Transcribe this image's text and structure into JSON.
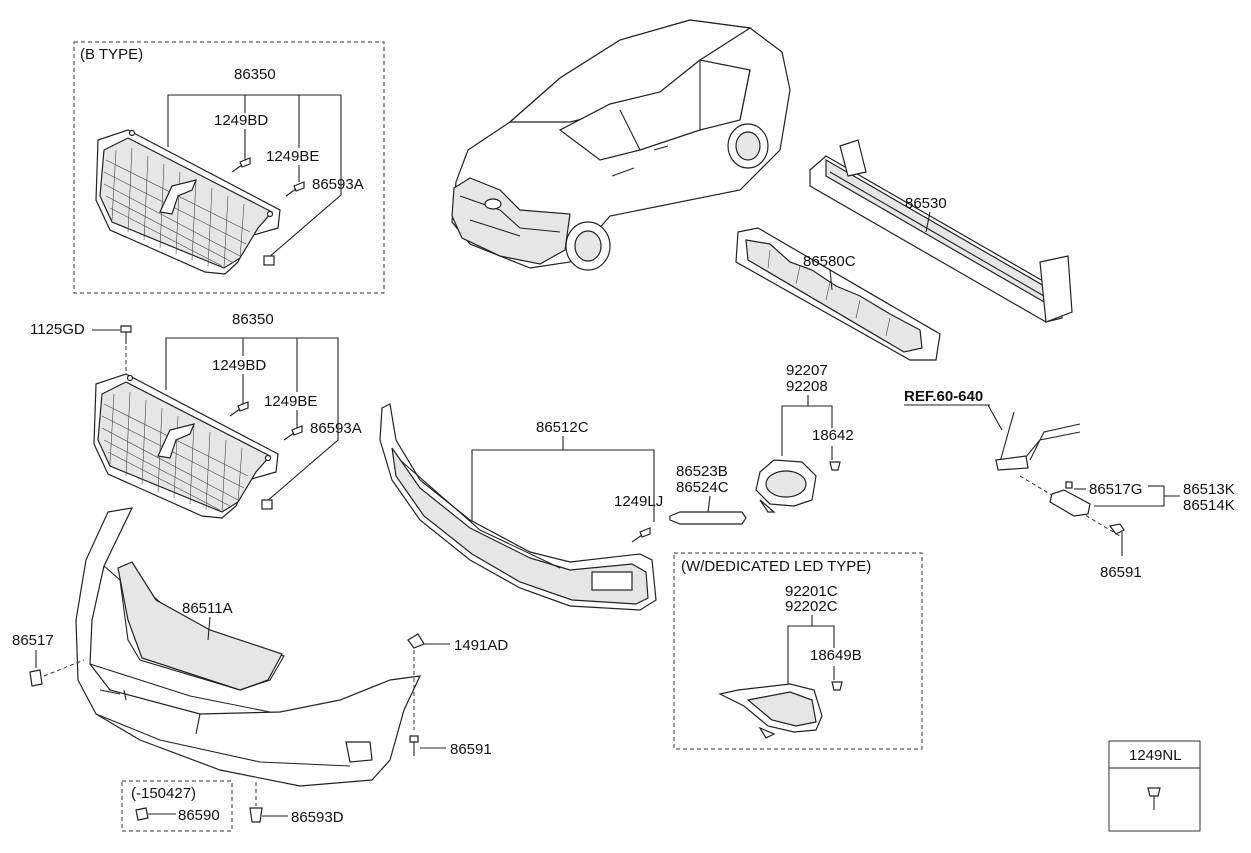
{
  "labels": {
    "btype_title": "(B TYPE)",
    "btype_86350": "86350",
    "btype_1249BD": "1249BD",
    "btype_1249BE": "1249BE",
    "btype_86593A": "86593A",
    "lbl_86530": "86530",
    "lbl_86580C": "86580C",
    "lbl_1125GD": "1125GD",
    "lbl_86350": "86350",
    "lbl_1249BD": "1249BD",
    "lbl_1249BE": "1249BE",
    "lbl_86593A": "86593A",
    "lbl_86512C": "86512C",
    "lbl_1249LJ": "1249LJ",
    "lbl_86523B": "86523B",
    "lbl_86524C": "86524C",
    "lbl_92207": "92207",
    "lbl_92208": "92208",
    "lbl_18642": "18642",
    "lbl_ref": "REF.60-640",
    "lbl_86517G": "86517G",
    "lbl_86513K": "86513K",
    "lbl_86514K": "86514K",
    "lbl_86591_right": "86591",
    "lbl_86511A": "86511A",
    "lbl_86517": "86517",
    "lbl_1491AD": "1491AD",
    "lbl_86591": "86591",
    "led_title": "(W/DEDICATED LED TYPE)",
    "lbl_92201C": "92201C",
    "lbl_92202C": "92202C",
    "lbl_18649B": "18649B",
    "dated_title": "(-150427)",
    "lbl_86590": "86590",
    "lbl_86593D": "86593D",
    "legend_1249NL": "1249NL"
  },
  "colors": {
    "line": "#222222",
    "fill": "#ffffff",
    "shade": "#e6e6e6"
  }
}
